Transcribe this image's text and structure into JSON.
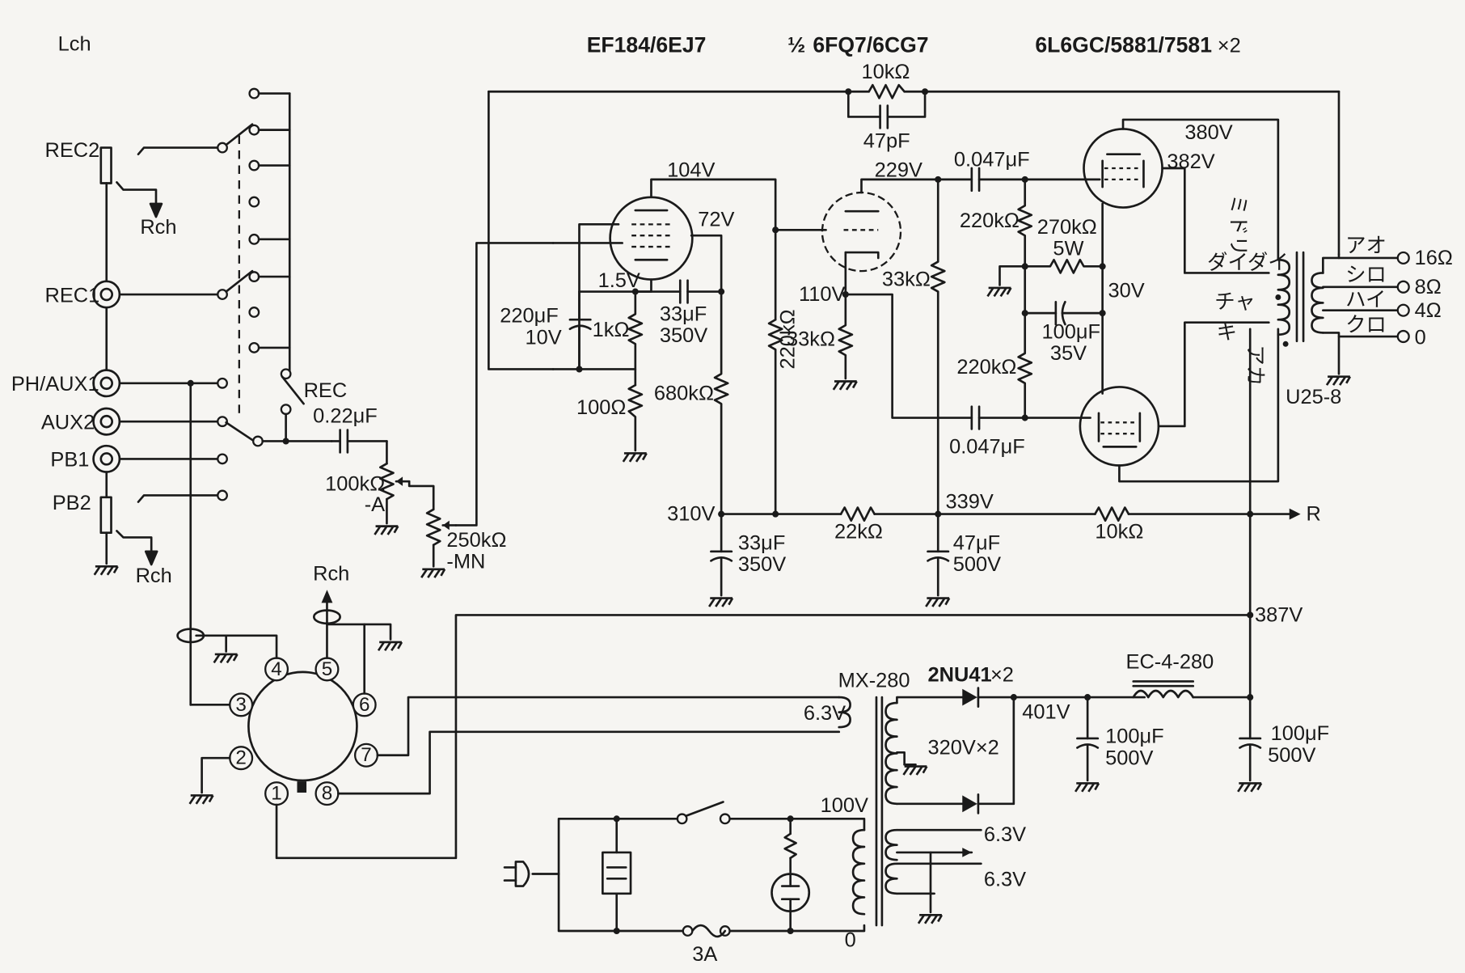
{
  "headers": {
    "tube1": "EF184/6EJ7",
    "tube2_frac": "½",
    "tube2": "6FQ7/6CG7",
    "tube3": "6L6GC/5881/7581",
    "tube3_count": "×2"
  },
  "inputs": {
    "lch": "Lch",
    "rec2": "REC2",
    "rec1": "REC1",
    "ph_aux1": "PH/AUX1",
    "aux2": "AUX2",
    "pb1": "PB1",
    "pb2": "PB2",
    "rch1": "Rch",
    "rch2": "Rch",
    "rch3": "Rch",
    "rec_switch": "REC"
  },
  "parts": {
    "c_input": "0.22μF",
    "vr1": "100kΩ",
    "vr1_taper": "-A",
    "vr2": "250kΩ",
    "vr2_taper": "-MN",
    "nfb_r": "10kΩ",
    "nfb_c": "47pF",
    "c1_cath": "220μF",
    "c1_cath_v": "10V",
    "r_1k": "1kΩ",
    "v_1_5": "1.5V",
    "c_33": "33μF",
    "c_33_v": "350V",
    "r_100": "100Ω",
    "r_680k": "680kΩ",
    "v_104": "104V",
    "v_72": "72V",
    "r_220k_a": "220kΩ",
    "v_229": "229V",
    "v_110": "110V",
    "r_33k_a": "33kΩ",
    "r_33k_b": "33kΩ",
    "c_047_a": "0.047μF",
    "c_047_b": "0.047μF",
    "r_220k_b": "220kΩ",
    "r_270k": "270kΩ",
    "r_270k_w": "5W",
    "r_220k_c": "220kΩ",
    "c_100_35": "100μF",
    "c_100_35_v": "35V",
    "v_30": "30V",
    "v_380": "380V",
    "v_382": "382V",
    "v_310": "310V",
    "v_339": "339V",
    "v_387": "387V",
    "v_401": "401V",
    "r_22k": "22kΩ",
    "r_10k": "10kΩ",
    "c_33b": "33μF",
    "c_33b_v": "350V",
    "c_47": "47μF",
    "c_47_v": "500V",
    "out_r": "R",
    "opt": "U25-8",
    "tap_daidai": "ダイダイ",
    "tap_midori": "ミドリ",
    "tap_cha": "チャ",
    "tap_ki": "キ",
    "tap_aka": "アカ",
    "sec_ao": "アオ",
    "sec_shiro": "シロ",
    "sec_hai": "ハイ",
    "sec_kuro": "クロ",
    "imp_16": "16Ω",
    "imp_8": "8Ω",
    "imp_4": "4Ω",
    "imp_0": "0",
    "pt": "MX-280",
    "heater1": "6.3V",
    "hv_sec": "320V×2",
    "diode": "2NU41",
    "diode_count": "×2",
    "choke": "EC-4-280",
    "c_100a": "100μF",
    "c_100a_v": "500V",
    "c_100b": "100μF",
    "c_100b_v": "500V",
    "heater2": "6.3V",
    "heater3": "6.3V",
    "prim": "100V",
    "prim0": "0",
    "fuse": "3A",
    "pin1": "1",
    "pin2": "2",
    "pin3": "3",
    "pin4": "4",
    "pin5": "5",
    "pin6": "6",
    "pin7": "7",
    "pin8": "8"
  }
}
